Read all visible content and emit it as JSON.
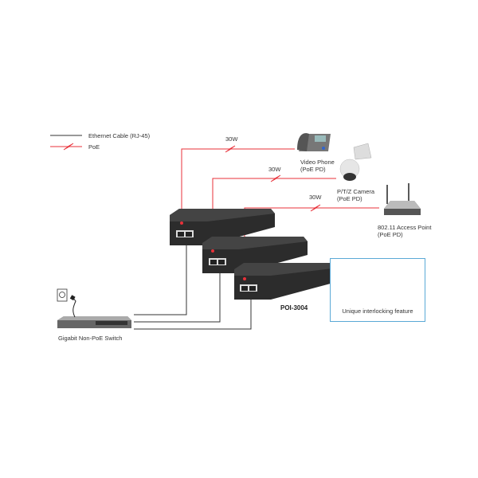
{
  "legend": {
    "items": [
      {
        "label": "Ethernet Cable (RJ-45)",
        "icon": "black-line-icon"
      },
      {
        "label": "PoE",
        "icon": "red-lightning-line-icon"
      }
    ]
  },
  "links": [
    {
      "power": "30W"
    },
    {
      "power": "30W"
    },
    {
      "power": "30W"
    }
  ],
  "devices": {
    "video_phone": {
      "name": "Video Phone",
      "sub": "(PoE PD)"
    },
    "camera": {
      "name": "P/T/Z Camera",
      "sub": "(PoE PD)"
    },
    "access_point": {
      "name": "802.11 Access Point",
      "sub": "(PoE PD)"
    },
    "switch": {
      "name": "Gigabit Non-PoE Switch"
    },
    "injector": {
      "model": "POI-3004"
    }
  },
  "inset": {
    "caption": "Unique interlocking feature"
  },
  "colors": {
    "poe": "#e8313a",
    "ethernet": "#333333",
    "inset_border": "#5aa9d6",
    "arrow": "#3a8fd0"
  }
}
